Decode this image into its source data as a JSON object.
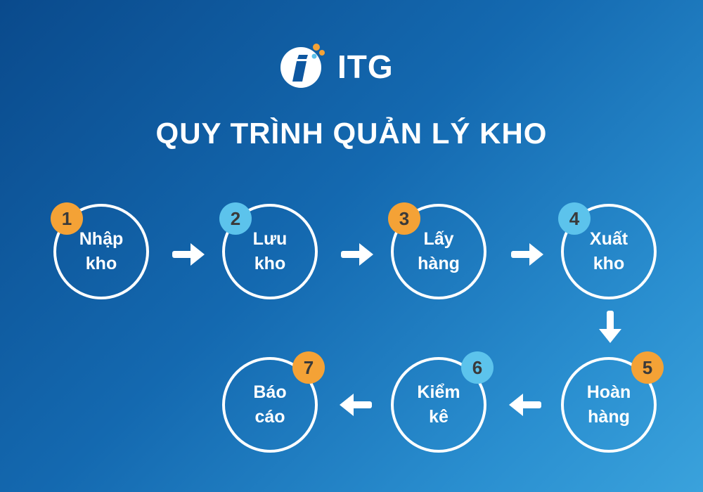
{
  "brand": {
    "name": "ITG"
  },
  "title": "QUY TRÌNH QUẢN LÝ KHO",
  "colors": {
    "badge_orange": "#f4a236",
    "badge_blue": "#5cc3ec",
    "circle_border": "#ffffff"
  },
  "steps": [
    {
      "number": "1",
      "label": "Nhập\nkho",
      "badge_color": "orange"
    },
    {
      "number": "2",
      "label": "Lưu\nkho",
      "badge_color": "blue"
    },
    {
      "number": "3",
      "label": "Lấy\nhàng",
      "badge_color": "orange"
    },
    {
      "number": "4",
      "label": "Xuất\nkho",
      "badge_color": "blue"
    },
    {
      "number": "5",
      "label": "Hoàn\nhàng",
      "badge_color": "orange"
    },
    {
      "number": "6",
      "label": "Kiểm\nkê",
      "badge_color": "blue"
    },
    {
      "number": "7",
      "label": "Báo\ncáo",
      "badge_color": "orange"
    }
  ],
  "icons": [
    "logo-i-icon",
    "arrow-right-icon",
    "arrow-down-icon",
    "arrow-left-icon"
  ]
}
